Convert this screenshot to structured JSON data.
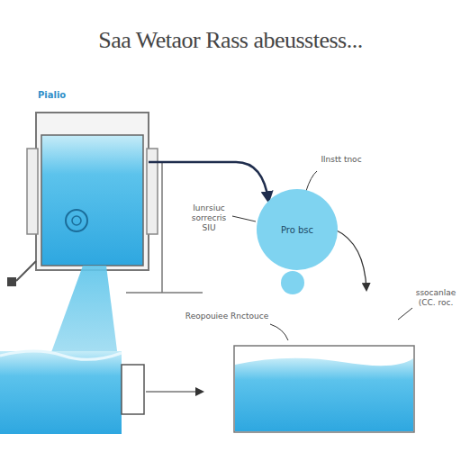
{
  "diagram": {
    "title": "Saa Wetaor Rass abeusstess...",
    "nodes": [
      {
        "text": [
          "Pialio"
        ]
      },
      {
        "text": [
          "Pro bsc"
        ]
      }
    ],
    "edges": [
      {
        "from": 0,
        "to": 1,
        "arrow": "to"
      }
    ],
    "labels": [
      "Iunrsiuc sorrecris SIU",
      "Ilnstt tnoc",
      "ssocanlae (CC. roc.",
      "Reopouiee Rnctouce"
    ]
  }
}
